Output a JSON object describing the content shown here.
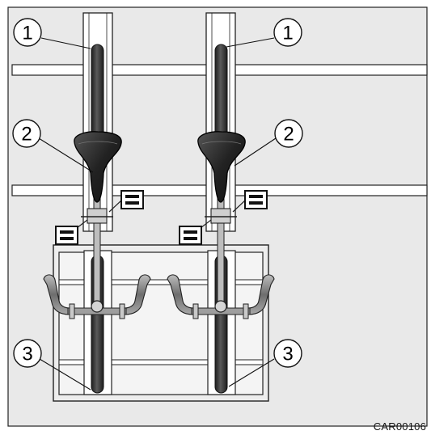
{
  "figure": {
    "code": "CAR00106",
    "callouts": [
      {
        "number": "1",
        "part": "tire-channel"
      },
      {
        "number": "1",
        "part": "tire-channel"
      },
      {
        "number": "2",
        "part": "saddle"
      },
      {
        "number": "2",
        "part": "saddle"
      },
      {
        "number": "3",
        "part": "wheel-strap"
      },
      {
        "number": "3",
        "part": "wheel-strap"
      }
    ],
    "colors": {
      "background": "#e9e9e9",
      "rail": "#ffffff",
      "outline": "#1a1a1a",
      "tire": "#3c3c3c",
      "saddle": "#2a2a2a",
      "frame": "#b8b8b8"
    }
  }
}
